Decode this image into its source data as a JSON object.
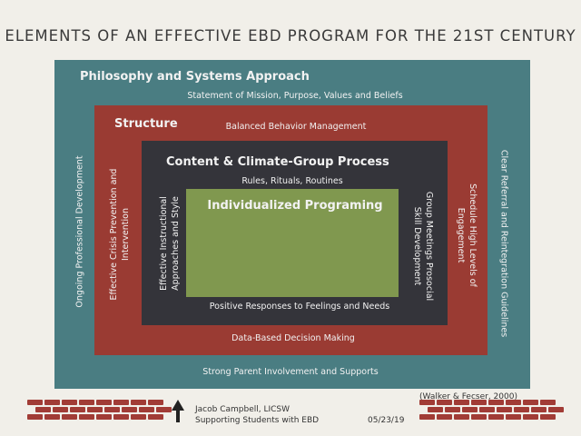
{
  "title": "ELEMENTS OF AN EFFECTIVE EBD PROGRAM FOR THE 21ST CENTURY",
  "colors": {
    "background": "#f1efe9",
    "philosophy_layer": "#4a7d82",
    "structure_layer": "#9a3b33",
    "content_layer": "#34343a",
    "individual_layer": "#80984f",
    "bricks": "#a13c36"
  },
  "philosophy": {
    "heading": "Philosophy and Systems Approach",
    "top_text": "Statement of Mission, Purpose, Values and Beliefs",
    "left_text": "Ongoing Professional Development",
    "right_text": "Clear Referral and Reintegration Guidelines",
    "bottom_text": "Strong Parent Involvement and Supports"
  },
  "structure": {
    "heading": "Structure",
    "top_text": "Balanced Behavior Management",
    "left_text_line1": "Effective Crisis Prevention and",
    "left_text_line2": "Intervention",
    "right_text_line1": "Schedule High Levels of",
    "right_text_line2": "Engagement",
    "bottom_text": "Data-Based Decision Making"
  },
  "content": {
    "heading": "Content & Climate-Group Process",
    "top_text": "Rules, Rituals, Routines",
    "left_text_line1": "Effective Instructional",
    "left_text_line2": "Approaches and Style",
    "right_text_line1": "Group Meetings Prosocial",
    "right_text_line2": "Skill Development",
    "bottom_text": "Positive Responses to Feelings and Needs"
  },
  "individual": {
    "heading": "Individualized Programing"
  },
  "footer": {
    "citation": "(Walker & Fecser, 2000)",
    "author": "Jacob Campbell, LICSW",
    "course": "Supporting Students with EBD",
    "date": "05/23/19",
    "logo_icon": "arrow-up-icon"
  }
}
